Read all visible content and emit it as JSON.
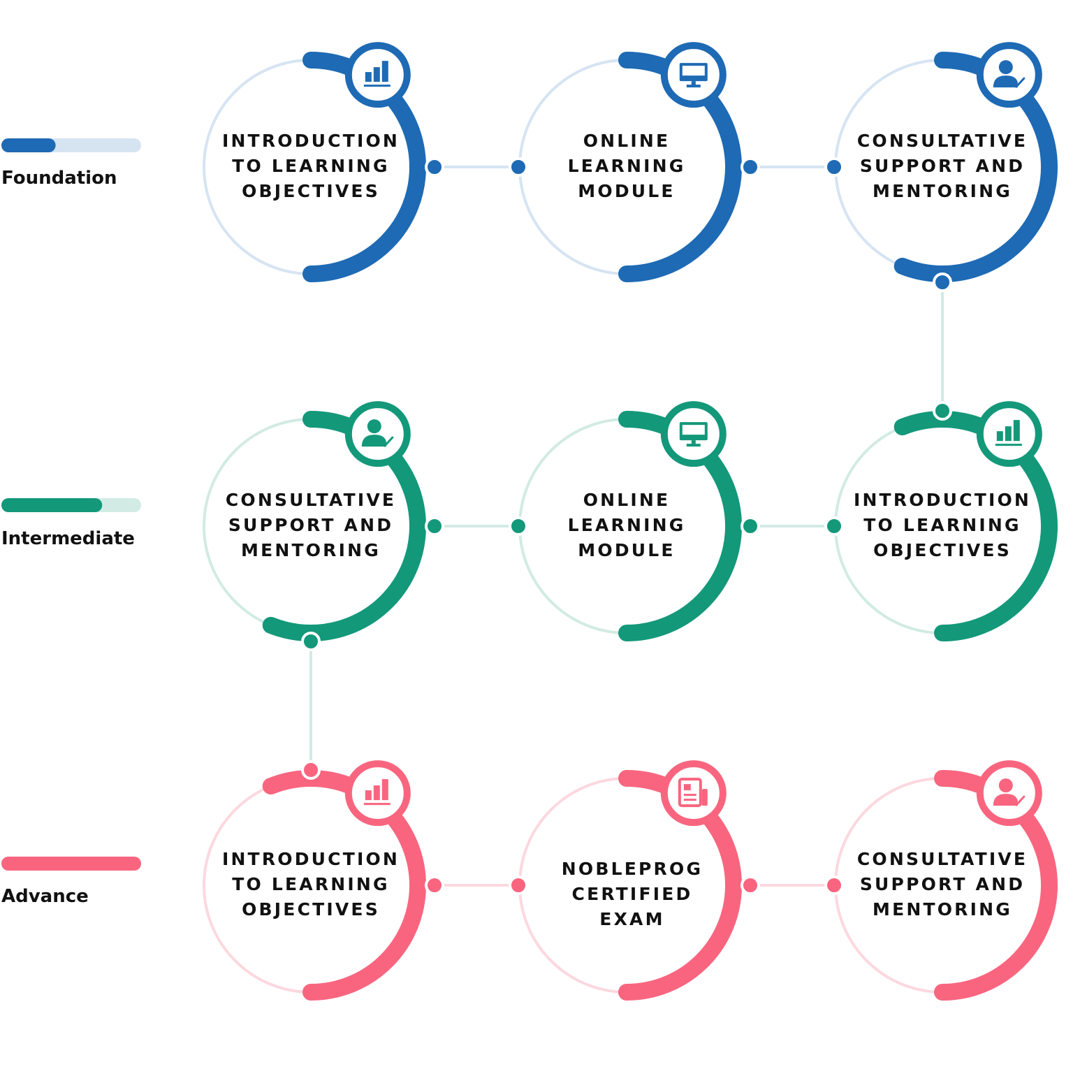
{
  "levels": [
    {
      "label": "Foundation",
      "progress": 0.32,
      "color": "#1e6ab4",
      "light": "#d6e4f2",
      "steps": [
        {
          "icon": "bar-chart-icon",
          "lines": [
            "INTRODUCTION",
            "TO LEARNING",
            "OBJECTIVES"
          ]
        },
        {
          "icon": "monitor-icon",
          "lines": [
            "ONLINE",
            "LEARNING",
            "MODULE"
          ]
        },
        {
          "icon": "user-check-icon",
          "lines": [
            "CONSULTATIVE",
            "SUPPORT AND",
            "MENTORING"
          ]
        }
      ]
    },
    {
      "label": "Intermediate",
      "progress": 0.69,
      "color": "#13987a",
      "light": "#d2ebe4",
      "steps": [
        {
          "icon": "user-check-icon",
          "lines": [
            "CONSULTATIVE",
            "SUPPORT AND",
            "MENTORING"
          ]
        },
        {
          "icon": "monitor-icon",
          "lines": [
            "ONLINE",
            "LEARNING",
            "MODULE"
          ]
        },
        {
          "icon": "bar-chart-icon",
          "lines": [
            "INTRODUCTION",
            "TO LEARNING",
            "OBJECTIVES"
          ]
        }
      ]
    },
    {
      "label": "Advance",
      "progress": 1.0,
      "color": "#f9657f",
      "light": "#fcd8df",
      "steps": [
        {
          "icon": "bar-chart-icon",
          "lines": [
            "INTRODUCTION",
            "TO LEARNING",
            "OBJECTIVES"
          ]
        },
        {
          "icon": "certificate-icon",
          "lines": [
            "NOBLEPROG",
            "CERTIFIED",
            "EXAM"
          ]
        },
        {
          "icon": "user-check-icon",
          "lines": [
            "CONSULTATIVE",
            "SUPPORT AND",
            "MENTORING"
          ]
        }
      ]
    }
  ]
}
